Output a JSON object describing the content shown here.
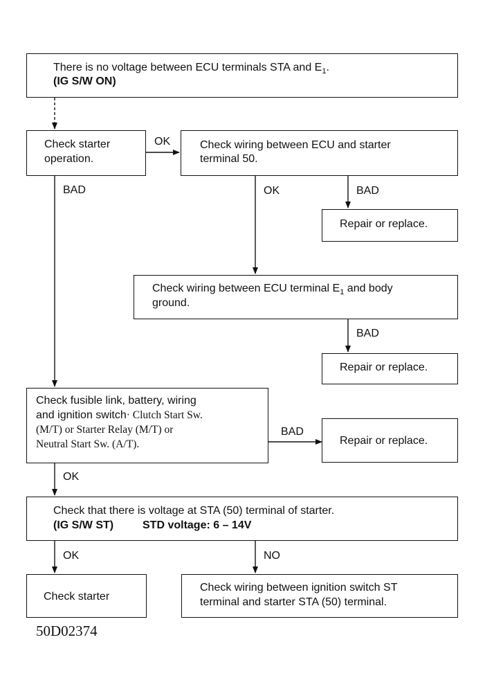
{
  "boxes": {
    "no_voltage": {
      "line1": "There is no voltage between ECU terminals STA and E",
      "line1_sub": "1",
      "line1_end": ".",
      "line2": "(IG S/W ON)"
    },
    "check_starter_operation": {
      "line1": "Check starter",
      "line2": "operation."
    },
    "check_wiring_ecu_starter": {
      "line1": "Check wiring between ECU and starter",
      "line2": "terminal 50."
    },
    "repair1": {
      "text": "Repair or replace."
    },
    "check_wiring_e1_ground": {
      "line1": "Check wiring between ECU terminal E",
      "line1_sub": "1",
      "line1_end": " and body",
      "line2": "ground."
    },
    "repair2": {
      "text": "Repair or replace."
    },
    "check_fusible": {
      "line1": "Check fusible link, battery, wiring",
      "line2a": "and ignition switch",
      "line2b": "· Clutch Start Sw.",
      "line3": "(M/T) or Starter Relay (M/T) or",
      "line4": "Neutral Start Sw. (A/T)."
    },
    "repair3": {
      "text": "Repair or replace."
    },
    "check_voltage_sta": {
      "line1": "Check that there is voltage at STA (50) terminal of starter.",
      "line2a": "(IG S/W ST)",
      "line2b": "STD voltage:  6 – 14V"
    },
    "check_starter": {
      "text": "Check starter"
    },
    "check_wiring_ignition": {
      "line1": "Check wiring between ignition switch ST",
      "line2": "terminal and starter STA (50) terminal."
    }
  },
  "labels": {
    "ok1": "OK",
    "bad1": "BAD",
    "ok2": "OK",
    "bad2": "BAD",
    "bad3": "BAD",
    "bad4": "BAD",
    "ok3": "OK",
    "ok4": "OK",
    "no1": "NO"
  },
  "figure_code": "50D02374"
}
